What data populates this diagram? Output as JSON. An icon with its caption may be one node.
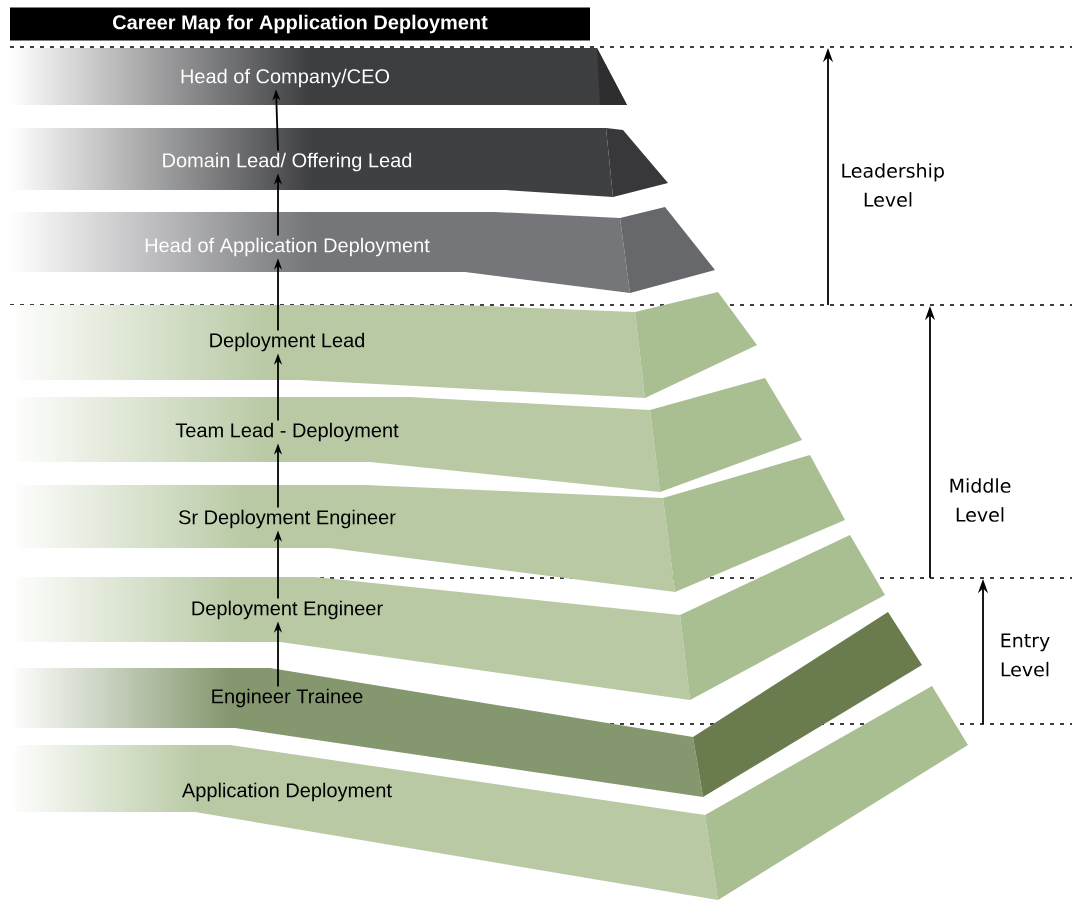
{
  "diagram": {
    "title": "Career Map for Application Deployment",
    "nodes": [
      {
        "text": [
          "Head of Company/CEO"
        ]
      },
      {
        "text": [
          "Domain Lead/ Offering Lead"
        ]
      },
      {
        "text": [
          "Head of Application Deployment"
        ]
      },
      {
        "text": [
          "Deployment Lead"
        ]
      },
      {
        "text": [
          "Team Lead - Deployment"
        ]
      },
      {
        "text": [
          "Sr Deployment Engineer"
        ]
      },
      {
        "text": [
          "Deployment Engineer"
        ]
      },
      {
        "text": [
          "Engineer Trainee"
        ]
      },
      {
        "text": [
          "Application Deployment"
        ]
      }
    ],
    "edges": [
      {
        "from": 7,
        "to": 6,
        "arrow": "to"
      },
      {
        "from": 6,
        "to": 5,
        "arrow": "to"
      },
      {
        "from": 5,
        "to": 4,
        "arrow": "to"
      },
      {
        "from": 4,
        "to": 3,
        "arrow": "to"
      },
      {
        "from": 3,
        "to": 2,
        "arrow": "to"
      },
      {
        "from": 2,
        "to": 1,
        "arrow": "to"
      },
      {
        "from": 1,
        "to": 0,
        "arrow": "to"
      }
    ],
    "labels": [
      "Leadership Level",
      "Middle Level",
      "Entry Level"
    ]
  }
}
